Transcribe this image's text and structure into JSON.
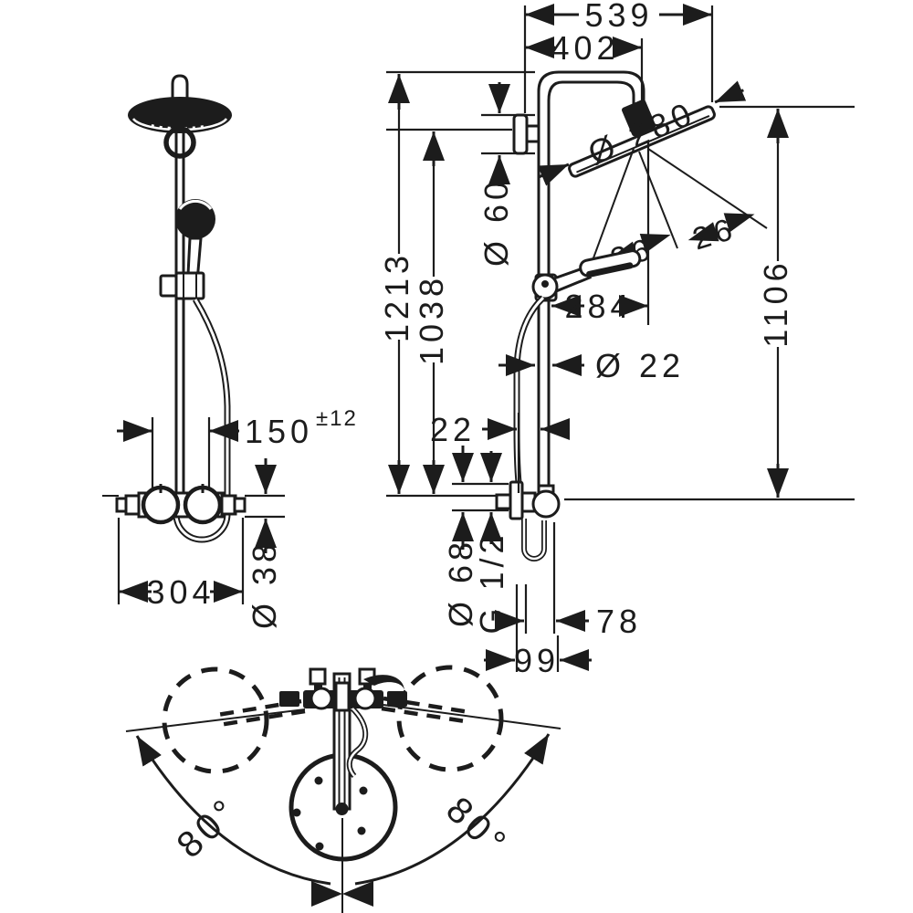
{
  "page": {
    "background": "#ffffff",
    "line_color": "#1c1c1c"
  },
  "dimensions": {
    "front": {
      "connection_distance": "150",
      "connection_distance_tolerance": "±12",
      "valve_width": "304",
      "unit_depth_diameter": "Ø 38"
    },
    "side": {
      "reach_total": "539",
      "reach_arm": "402",
      "showerhead_diameter": "Ø 280",
      "escutcheon_diameter": "Ø 60",
      "height_total": "1213",
      "height_arm": "1038",
      "height_showerhead": "1106",
      "tilt_angle_a": "26°",
      "tilt_angle_b": "26°",
      "handshower_reach": "284",
      "pipe_diameter": "Ø 22",
      "wall_clearance": "22",
      "valve_body_diameter": "Ø 68",
      "connection_thread": "G 1/2",
      "projection_valve": "78",
      "projection_total": "99"
    },
    "top": {
      "swivel_angle_left": "80°",
      "swivel_angle_right": "80°"
    }
  }
}
